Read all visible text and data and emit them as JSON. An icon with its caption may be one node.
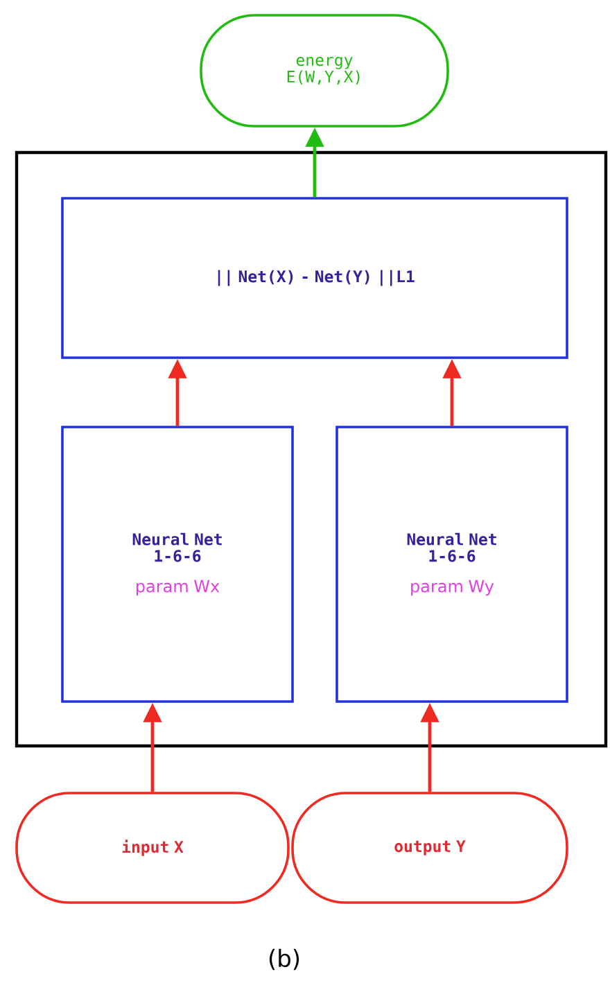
{
  "diagram": {
    "caption": "(b)",
    "nodes": [
      {
        "text": [
          "energy E(W,Y,X)"
        ]
      },
      {
        "text": [],
        "shape": "box"
      },
      {
        "text": [
          "|| Net(X) - Net(Y) ||L1"
        ],
        "in": 1
      },
      {
        "text": [
          "Neural Net 1-6-6",
          "param Wx"
        ],
        "in": 1
      },
      {
        "text": [
          "Neural Net 1-6-6",
          "param Wy"
        ],
        "in": 1
      },
      {
        "text": [
          "input X"
        ]
      },
      {
        "text": [
          "output Y"
        ]
      }
    ],
    "edges": [
      {
        "from": 2,
        "to": 0,
        "arrow": "to",
        "color": "#22bb11"
      },
      {
        "from": 3,
        "to": 2,
        "arrow": "to"
      },
      {
        "from": 4,
        "to": 2,
        "arrow": "to"
      },
      {
        "from": 5,
        "to": 3,
        "arrow": "to"
      },
      {
        "from": 6,
        "to": 4,
        "arrow": "to"
      }
    ]
  }
}
